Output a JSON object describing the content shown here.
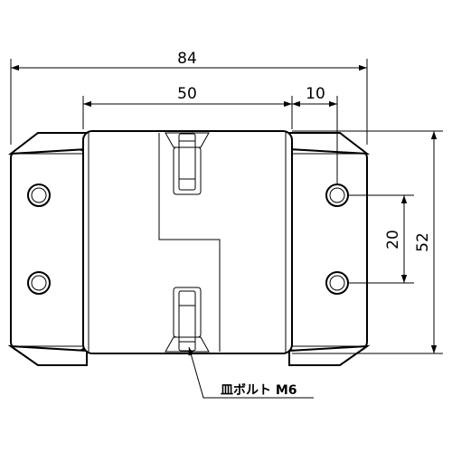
{
  "dimensions": {
    "overall_width": "84",
    "center_width": "50",
    "flange_offset": "10",
    "hole_spacing": "20",
    "overall_height": "52"
  },
  "callout": {
    "label": "皿ボルト M6"
  }
}
